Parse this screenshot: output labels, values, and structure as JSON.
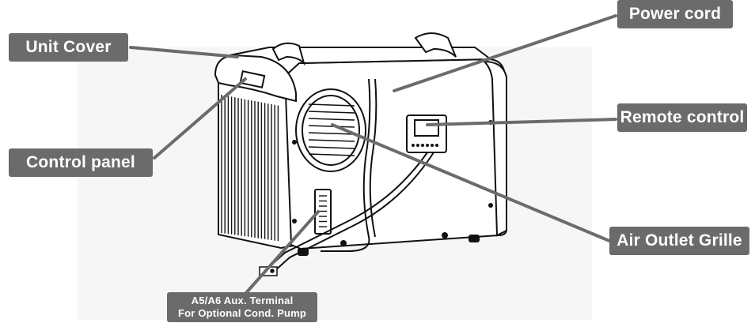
{
  "labels": {
    "unit_cover": "Unit Cover",
    "power_cord": "Power cord",
    "control_panel": "Control panel",
    "remote_control": "Remote control",
    "air_outlet_grille": "Air Outlet Grille",
    "aux_terminal_line1": "A5/A6 Aux. Terminal",
    "aux_terminal_line2": "For Optional Cond. Pump"
  },
  "colors": {
    "label_background": "#6b6b6b",
    "label_text": "#ffffff",
    "leader_line": "#6b6b6b",
    "drawing_line": "#111111"
  }
}
